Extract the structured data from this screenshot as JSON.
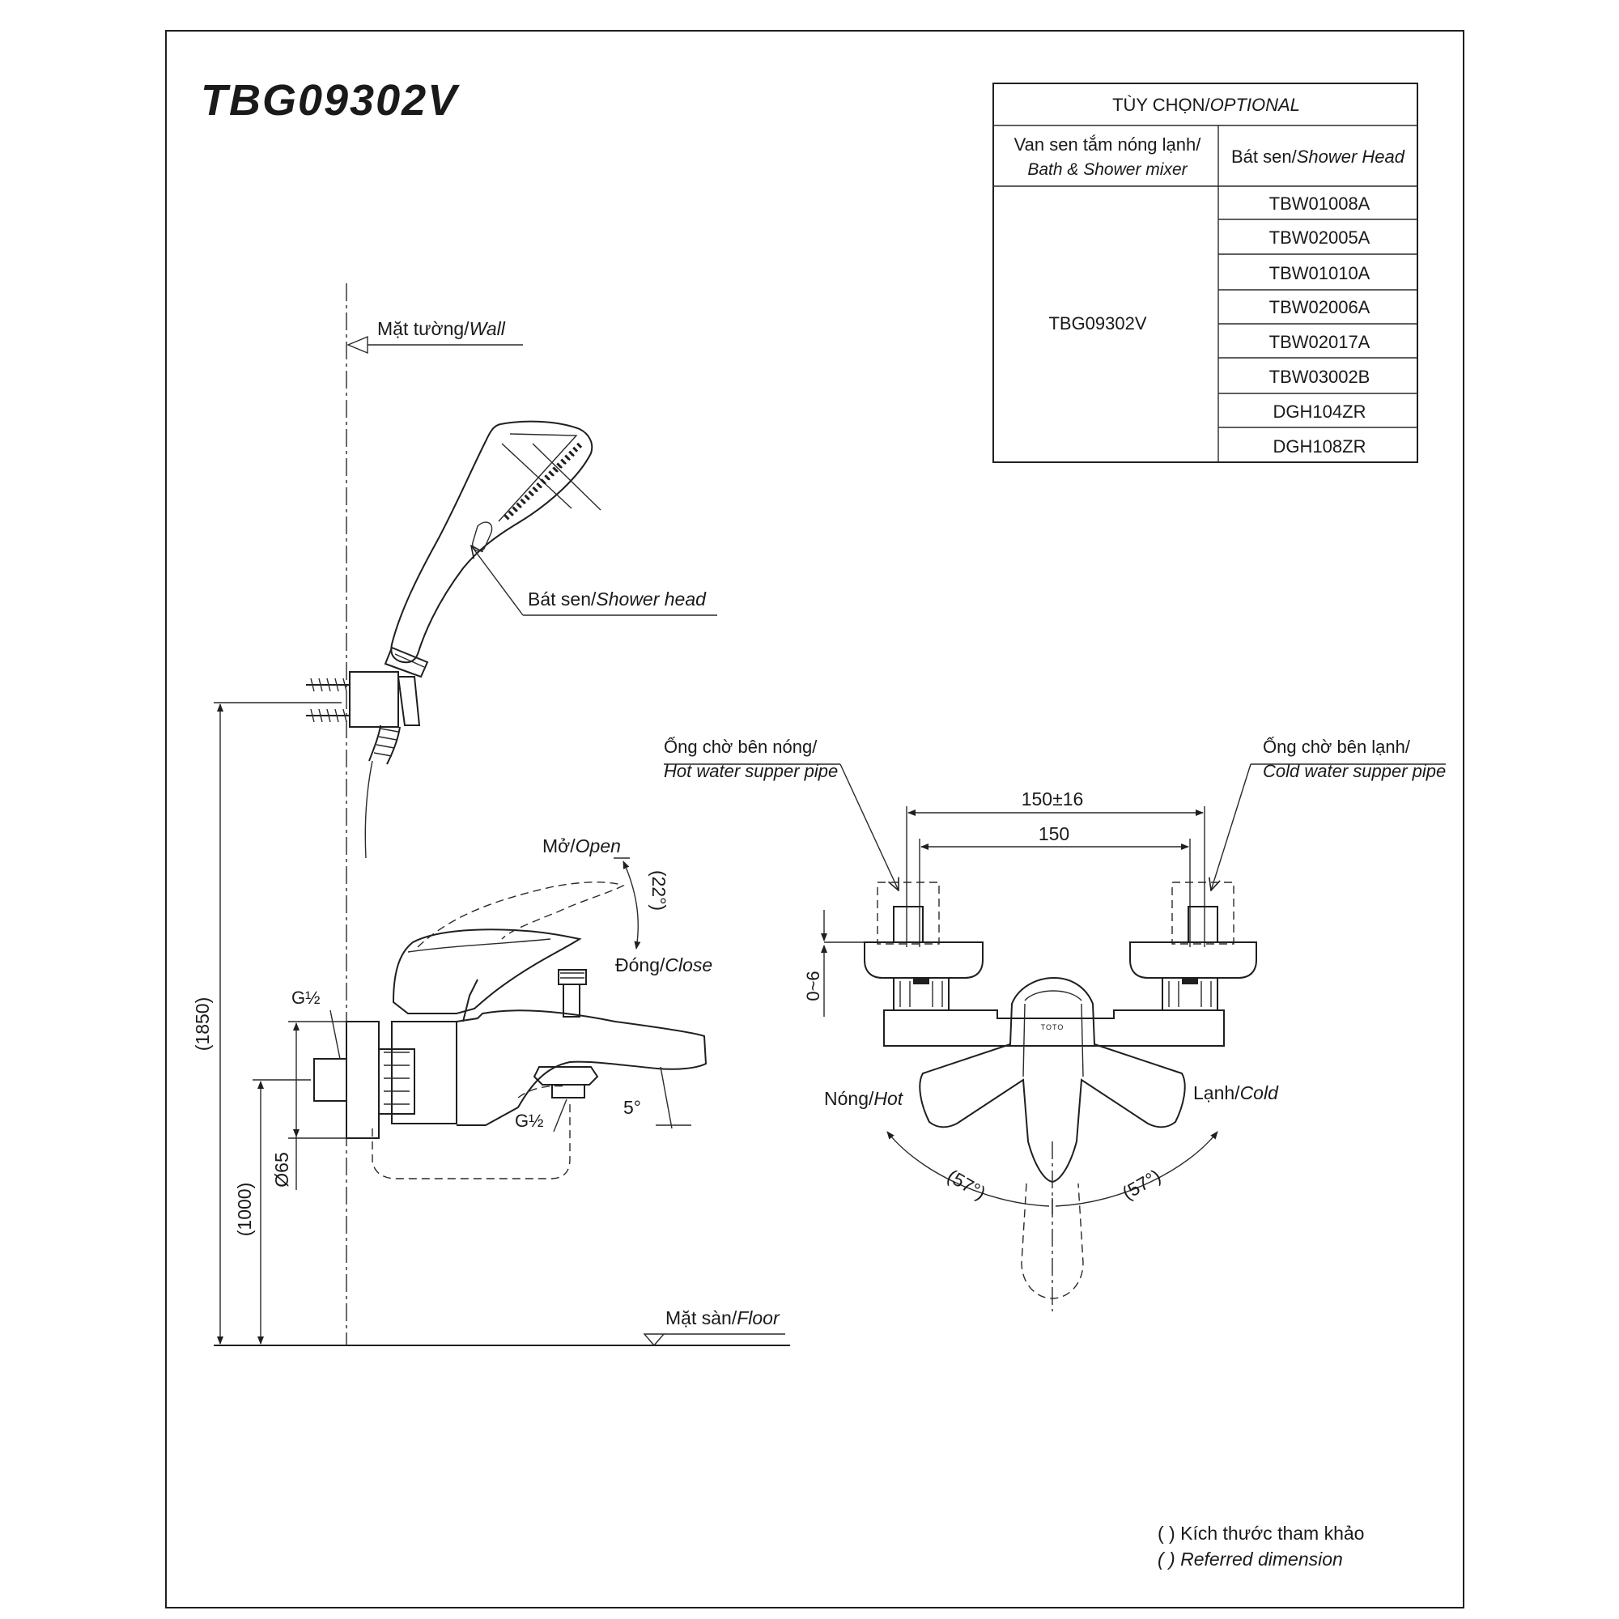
{
  "title": "TBG09302V",
  "optional_table": {
    "header": "TÙY CHỌN/",
    "header_italic": "OPTIONAL",
    "col1_vi": "Van sen tắm nóng lạnh/",
    "col1_en": "Bath & Shower mixer",
    "col2_vi": "Bát sen/",
    "col2_en": "Shower Head",
    "mixer_model": "TBG09302V",
    "shower_heads": [
      "TBW01008A",
      "TBW02005A",
      "TBW01010A",
      "TBW02006A",
      "TBW02017A",
      "TBW03002B",
      "DGH104ZR",
      "DGH108ZR"
    ]
  },
  "side_view": {
    "wall_label_vi": "Mặt tường/",
    "wall_label_en": "Wall",
    "shower_head_vi": "Bát sen/",
    "shower_head_en": "Shower head",
    "open_vi": "Mở/",
    "open_en": "Open",
    "close_vi": "Đóng/",
    "close_en": "Close",
    "handle_angle": "(22°)",
    "spout_angle": "5°",
    "inlet_thread": "G½",
    "outlet_thread": "G½",
    "height_total": "(1850)",
    "height_mixer": "(1000)",
    "flange_dia": "Ø65",
    "floor_vi": "Mặt sàn/",
    "floor_en": "Floor"
  },
  "front_view": {
    "hot_pipe_vi": "Ống chờ bên nóng/",
    "hot_pipe_en": "Hot water supper pipe",
    "cold_pipe_vi": "Ống chờ bên lạnh/",
    "cold_pipe_en": "Cold water supper pipe",
    "center_distance_tol": "150±16",
    "center_distance": "150",
    "wall_offset": "0~6",
    "brand": "TOTO",
    "hot_vi": "Nóng/",
    "hot_en": "Hot",
    "cold_vi": "Lạnh/",
    "cold_en": "Cold",
    "angle_left": "(57°)",
    "angle_right": "(57°)"
  },
  "note": {
    "vi": "( ) Kích thước tham khảo",
    "en": "( ) Referred dimension"
  }
}
